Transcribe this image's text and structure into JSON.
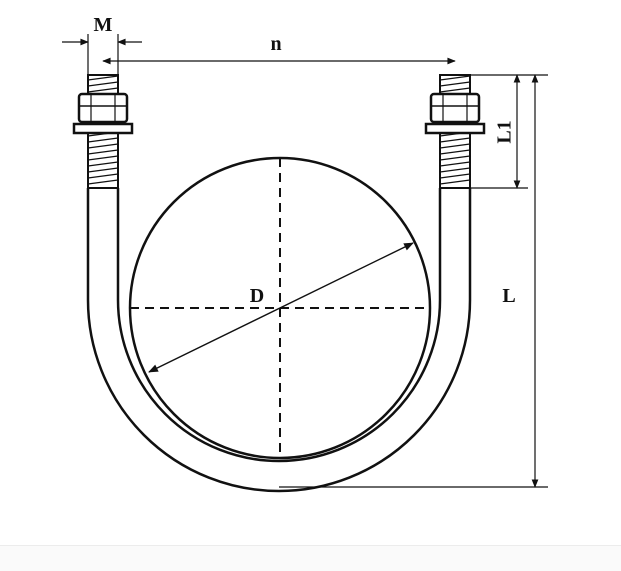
{
  "labels": {
    "m": "M",
    "n": "n",
    "l1": "L1",
    "l": "L",
    "d": "D"
  },
  "colors": {
    "stroke": "#111111",
    "background": "#ffffff"
  }
}
